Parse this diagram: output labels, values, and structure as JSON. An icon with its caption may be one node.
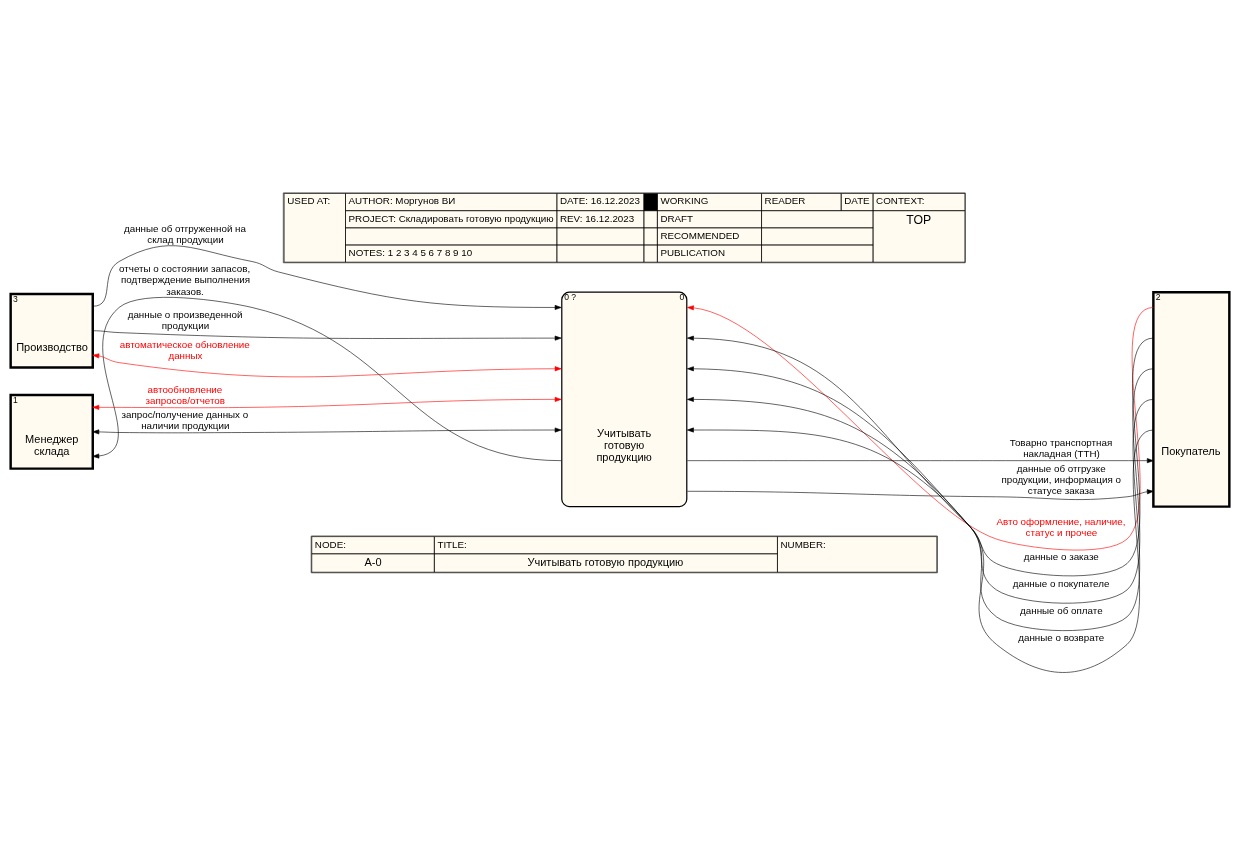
{
  "diagram": {
    "nodes": [
      {
        "text": [
          "0 ?",
          "0",
          "Учитывать готовую продукцию"
        ]
      },
      {
        "text": [
          "3",
          "Производство"
        ]
      },
      {
        "text": [
          "1",
          "Менеджер склада"
        ]
      },
      {
        "text": [
          "2",
          "Покупатель"
        ]
      }
    ],
    "edges": [
      {
        "from": 1,
        "to": 0,
        "arrow": "to",
        "label": "данные об отгруженной на склад продукции"
      },
      {
        "from": 1,
        "to": 0,
        "arrow": "to",
        "label": "данные о произведенной продукции"
      },
      {
        "from": 1,
        "to": 0,
        "arrow": "both",
        "label": "автоматическое обновление данных",
        "color": "#ff0000"
      },
      {
        "from": 3,
        "to": 0,
        "arrow": "to",
        "label": "Авто оформление, наличие, статус и прочее",
        "color": "#ff0000"
      },
      {
        "from": 3,
        "to": 0,
        "arrow": "to",
        "label": "данные о заказе"
      },
      {
        "from": 3,
        "to": 0,
        "arrow": "to",
        "label": "данные о покупателе"
      },
      {
        "from": 3,
        "to": 0,
        "arrow": "to",
        "label": "данные об оплате"
      },
      {
        "from": 3,
        "to": 0,
        "arrow": "to",
        "label": "данные о возврате"
      },
      {
        "from": 0,
        "to": 3,
        "arrow": "to",
        "label": "Товарно транспортная накладная (ТТН)"
      },
      {
        "from": 0,
        "to": 3,
        "arrow": "to",
        "label": "данные об отгрузке продукции, информация о статусе заказа"
      },
      {
        "from": 2,
        "to": 0,
        "arrow": "both",
        "label": "автообновление запросов/отчетов",
        "color": "#ff0000"
      },
      {
        "from": 2,
        "to": 0,
        "arrow": "both",
        "label": "запрос/получение данных о наличии продукции"
      },
      {
        "from": 0,
        "to": 2,
        "arrow": "to",
        "label": "отчеты о состоянии запасов, подтверждение выполнения заказов."
      }
    ],
    "labels": [
      "USED AT:",
      "AUTHOR: Моргунов ВИ",
      "DATE: 16.12.2023",
      "WORKING",
      "READER",
      "DATE",
      "CONTEXT:",
      "PROJECT: Складировать готовую продукцию",
      "REV: 16.12.2023",
      "DRAFT",
      "TOP",
      "RECOMMENDED",
      "NOTES: 1 2 3 4 5 6 7 8 9 10",
      "PUBLICATION",
      "NODE:",
      "TITLE:",
      "Учитывать готовую продукцию",
      "NUMBER:",
      "A-0"
    ]
  }
}
